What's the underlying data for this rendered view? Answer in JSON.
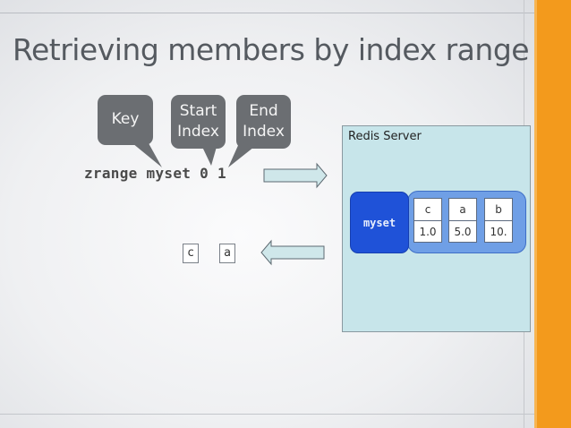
{
  "title": "Retrieving members by index range",
  "bubbles": {
    "key": [
      "Key"
    ],
    "start": [
      "Start",
      "Index"
    ],
    "end": [
      "End",
      "Index"
    ]
  },
  "command": "zrange myset 0 1",
  "result": [
    "c",
    "a"
  ],
  "server": {
    "label": "Redis Server",
    "key_name": "myset",
    "members": [
      {
        "member": "c",
        "score": "1.0"
      },
      {
        "member": "a",
        "score": "5.0"
      },
      {
        "member": "b",
        "score": "10."
      }
    ]
  },
  "colors": {
    "accent_bar": "#f39a1c",
    "server_bg": "#c7e5ea",
    "set_bg": "#6f9fe6",
    "key_bg": "#1f52d8",
    "bubble": "#6b6e72",
    "arrow_fill": "#cfe7ea"
  }
}
